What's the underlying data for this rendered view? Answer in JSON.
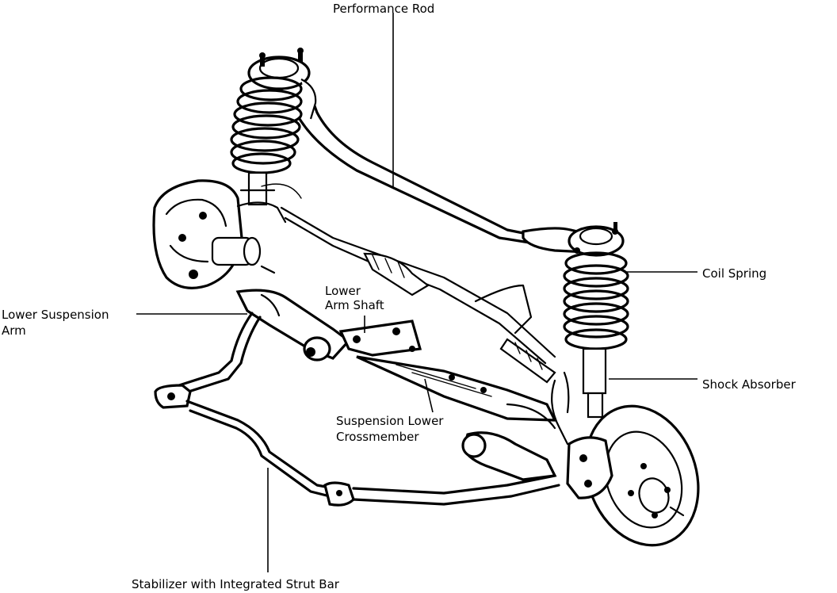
{
  "diagram": {
    "labels": {
      "performance_rod": "Performance Rod",
      "coil_spring": "Coil Spring",
      "lower_arm_shaft_line1": "Lower",
      "lower_arm_shaft_line2": "Arm Shaft",
      "lower_suspension_arm_line1": "Lower Suspension",
      "lower_suspension_arm_line2": "Arm",
      "shock_absorber": "Shock Absorber",
      "suspension_lower_crossmember_line1": "Suspension Lower",
      "suspension_lower_crossmember_line2": "Crossmember",
      "stabilizer_bar": "Stabilizer with Integrated Strut Bar"
    }
  }
}
